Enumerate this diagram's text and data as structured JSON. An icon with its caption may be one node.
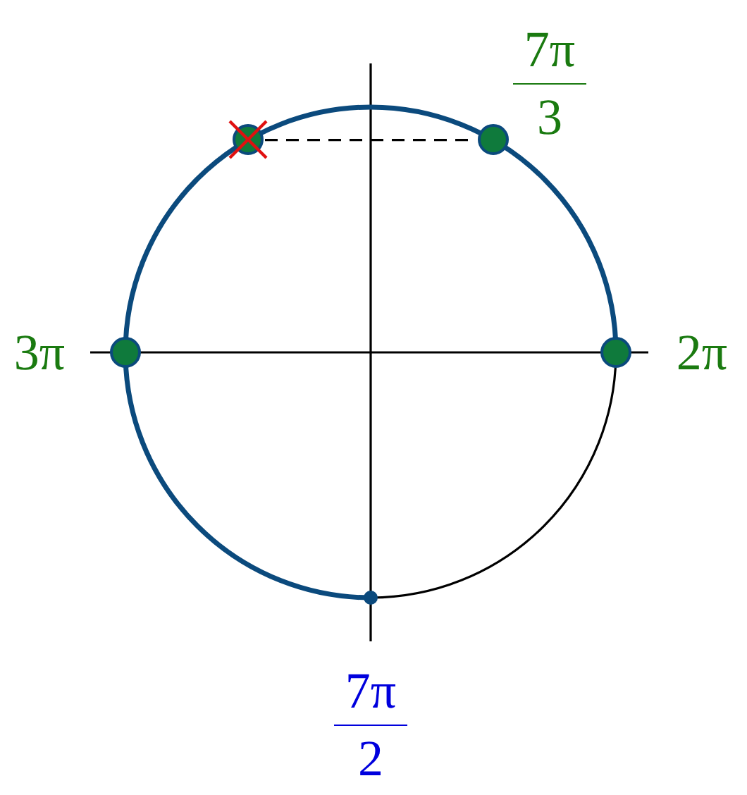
{
  "diagram": {
    "nodes": [
      {
        "text": [],
        "shape": "circle"
      },
      {
        "text": [],
        "shape": "circle",
        "beside": [
          "7π",
          "3"
        ]
      },
      {
        "text": [],
        "shape": "circle",
        "beside": [
          "3π"
        ]
      },
      {
        "text": [],
        "shape": "circle",
        "beside": [
          "2π"
        ]
      },
      {
        "text": [],
        "shape": "circle",
        "beside": [
          "7π",
          "2"
        ]
      }
    ],
    "edges": [
      {
        "from": 0,
        "to": 1,
        "arrow": "none",
        "style": "dashed"
      }
    ]
  }
}
